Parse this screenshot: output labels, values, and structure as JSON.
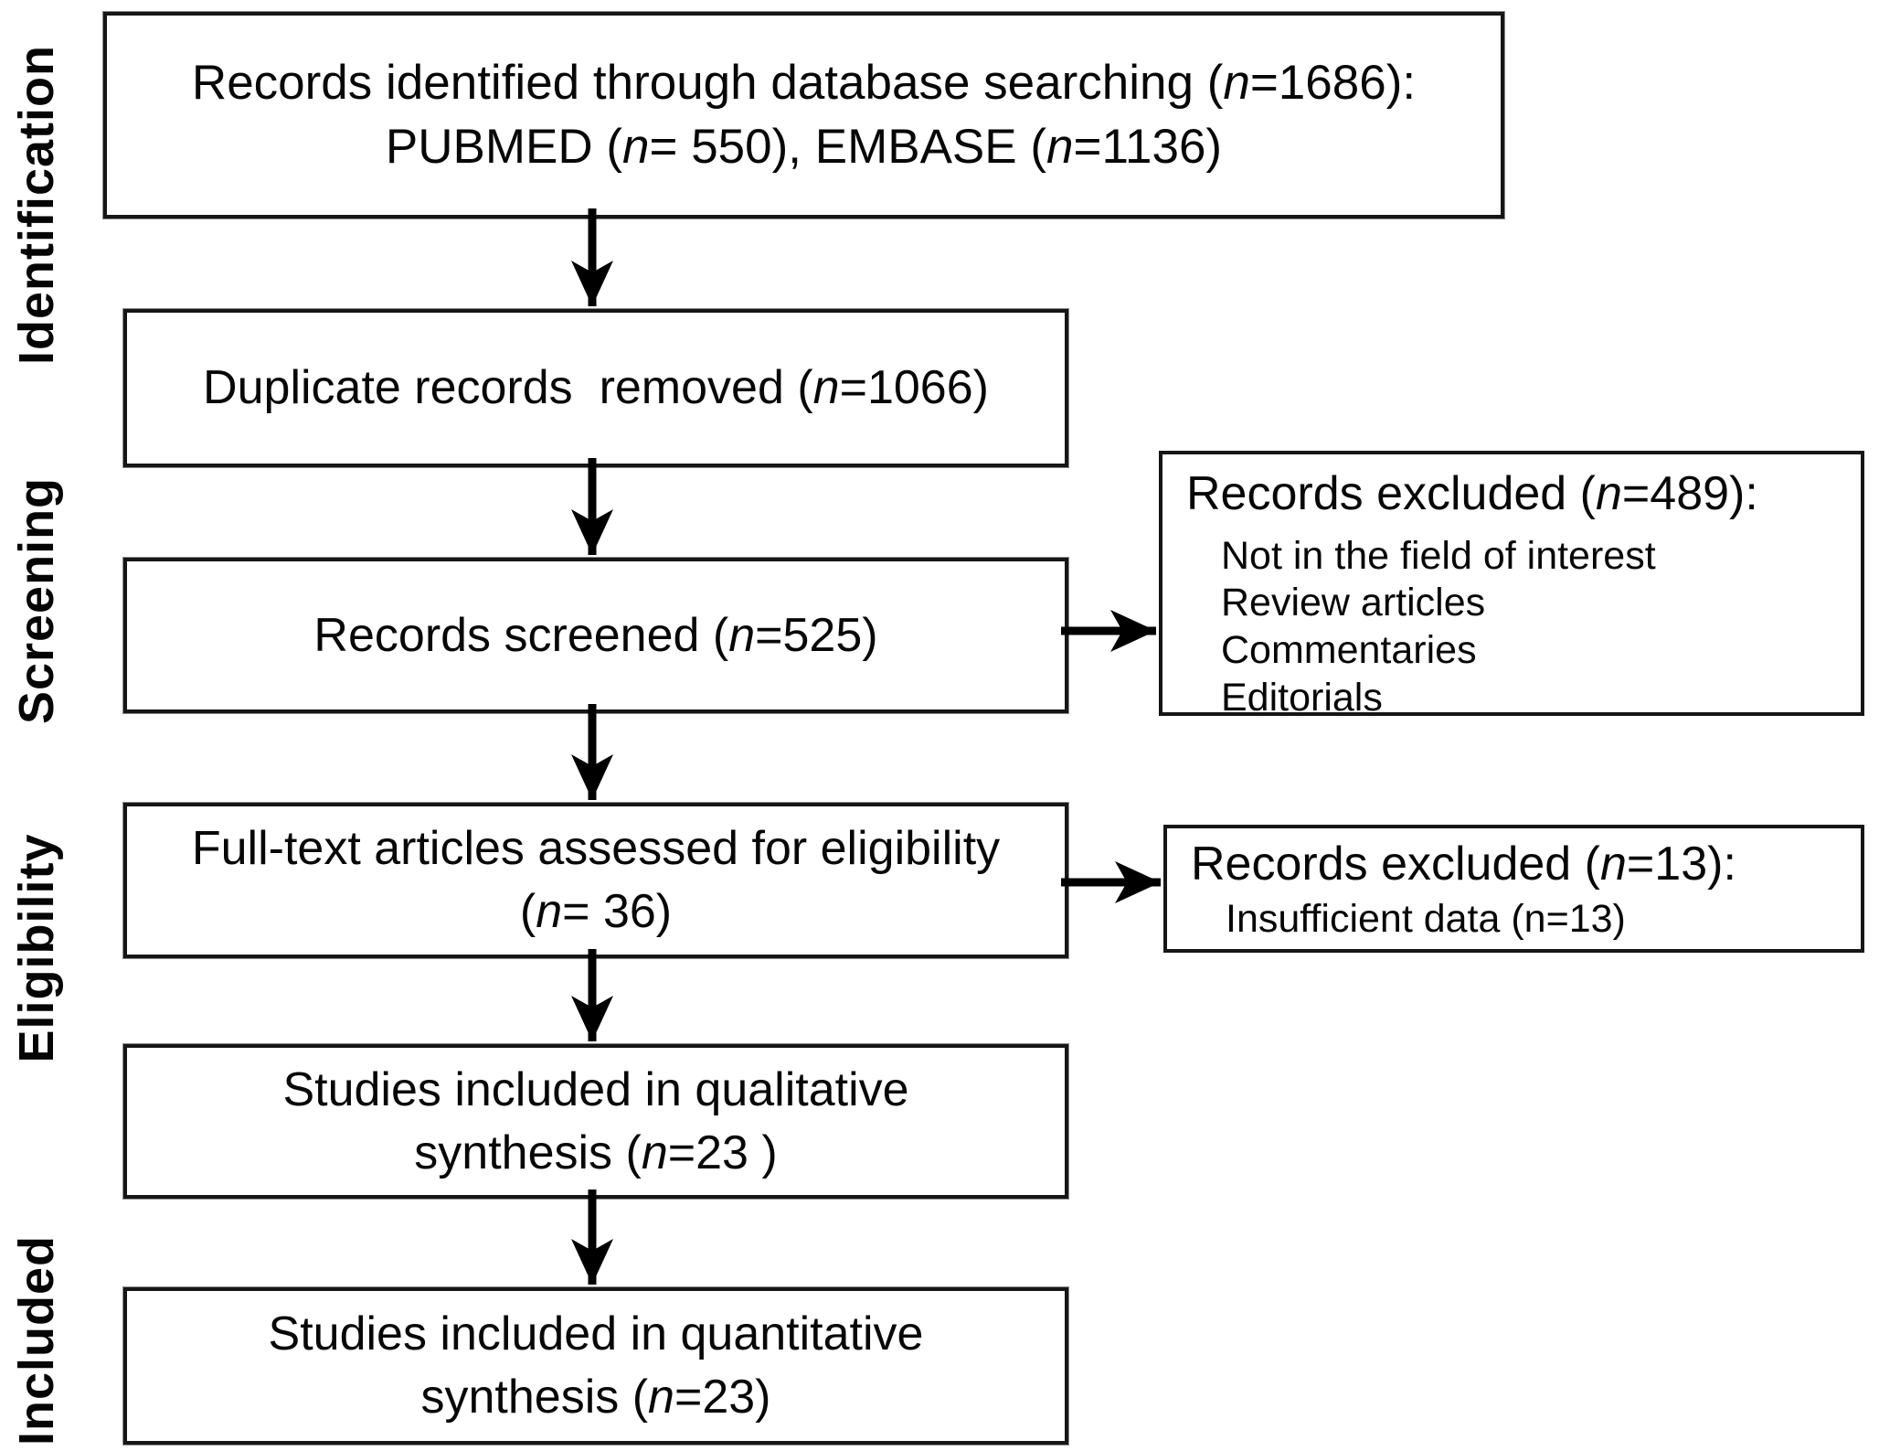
{
  "colors": {
    "ink": "#000000",
    "background": "#ffffff",
    "border": "#161616"
  },
  "stage_labels": {
    "identification": "Identification",
    "screening": "Screening",
    "eligibility": "Eligibility",
    "included": "Included"
  },
  "boxes": {
    "identified": {
      "l1_pre": "Records identified through database searching (",
      "l1_n": "n",
      "l1_post": "=1686):",
      "l2_pre": "PUBMED (",
      "l2_n1": "n",
      "l2_mid": "= 550), EMBASE (",
      "l2_n2": "n",
      "l2_post": "=1136)"
    },
    "duplicates": {
      "pre": "Duplicate records  removed (",
      "n": "n",
      "post": "=1066)"
    },
    "screened": {
      "pre": "Records screened (",
      "n": "n",
      "post": "=525)"
    },
    "fulltext": {
      "l1": "Full-text articles assessed for eligibility",
      "l2_pre": "(",
      "l2_n": "n",
      "l2_post": "= 36)"
    },
    "qualitative": {
      "l1": "Studies included in qualitative",
      "l2_pre": "synthesis (",
      "l2_n": "n",
      "l2_post": "=23 )"
    },
    "quantitative": {
      "l1": "Studies included in quantitative",
      "l2_pre": "synthesis (",
      "l2_n": "n",
      "l2_post": "=23)"
    }
  },
  "side_boxes": {
    "excluded_screening": {
      "title_pre": "Records excluded (",
      "title_n": "n",
      "title_post": "=489):",
      "items": [
        "Not in the field of interest",
        "Review articles",
        "Commentaries",
        "Editorials"
      ]
    },
    "excluded_eligibility": {
      "title_pre": "Records excluded (",
      "title_n": "n",
      "title_post": "=13):",
      "item": "Insufficient data (n=13)"
    }
  }
}
